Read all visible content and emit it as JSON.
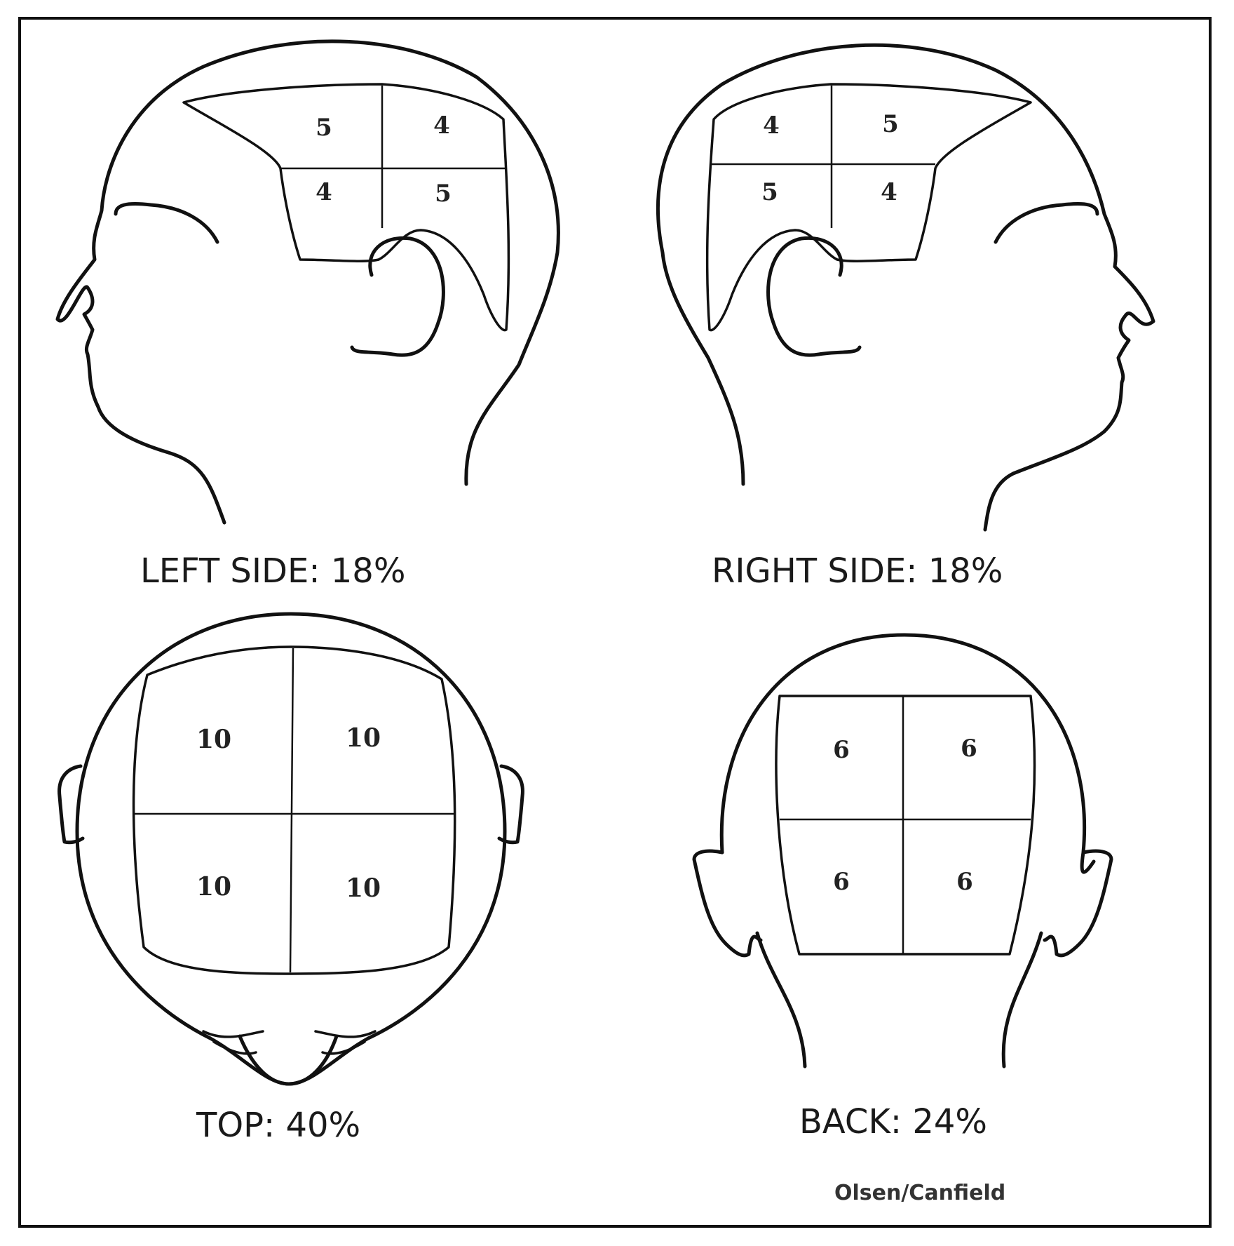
{
  "views": {
    "left_side": {
      "caption": "LEFT SIDE:  18%",
      "zones": [
        "5",
        "4",
        "4",
        "5"
      ]
    },
    "right_side": {
      "caption": "RIGHT SIDE:  18%",
      "zones": [
        "4",
        "5",
        "5",
        "4"
      ]
    },
    "top": {
      "caption": "TOP: 40%",
      "zones": [
        "10",
        "10",
        "10",
        "10"
      ]
    },
    "back": {
      "caption": "BACK: 24%",
      "zones": [
        "6",
        "6",
        "6",
        "6"
      ]
    }
  },
  "credit": "Olsen/Canfield"
}
